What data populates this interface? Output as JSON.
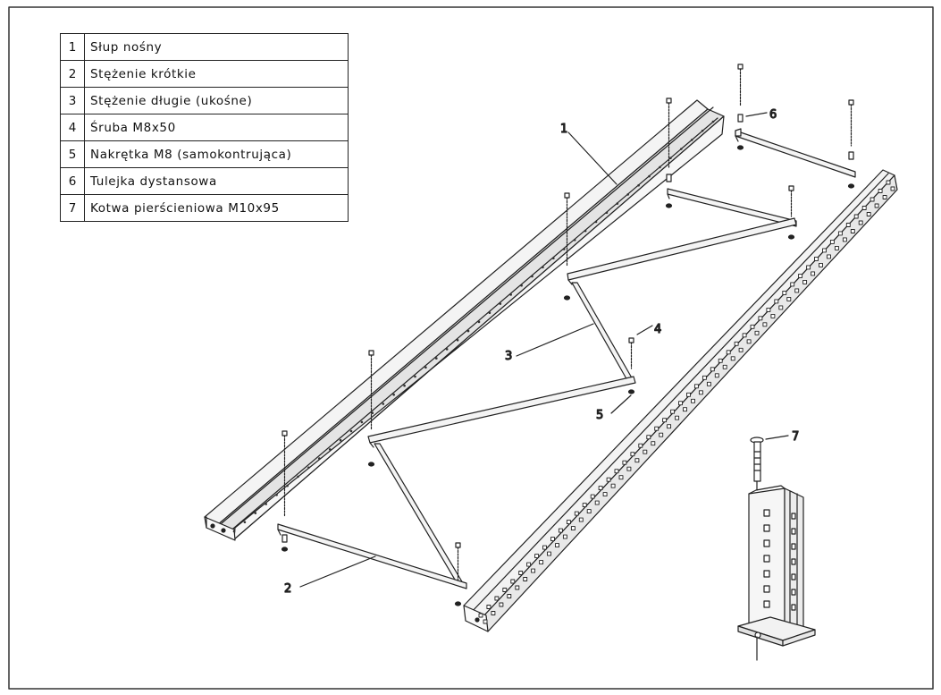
{
  "parts": [
    {
      "no": "1",
      "name": "Słup nośny"
    },
    {
      "no": "2",
      "name": "Stężenie krótkie"
    },
    {
      "no": "3",
      "name": "Stężenie długie (ukośne)"
    },
    {
      "no": "4",
      "name": "Śruba M8x50"
    },
    {
      "no": "5",
      "name": "Nakrętka M8 (samokontrująca)"
    },
    {
      "no": "6",
      "name": "Tulejka dystansowa"
    },
    {
      "no": "7",
      "name": "Kotwa pierścieniowa M10x95"
    }
  ],
  "callouts": {
    "c1": "1",
    "c2": "2",
    "c3": "3",
    "c4": "4",
    "c5": "5",
    "c6": "6",
    "c7": "7"
  },
  "colors": {
    "line": "#222222",
    "face": "#f2f2f2",
    "frame": "#333333"
  }
}
